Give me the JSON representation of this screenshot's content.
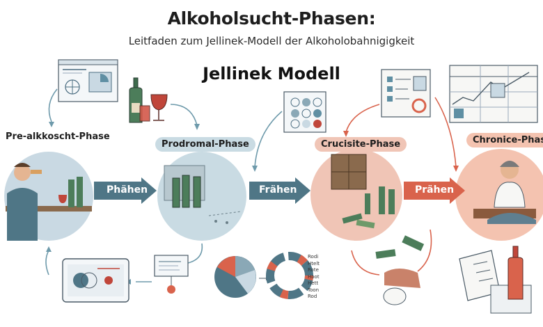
{
  "header": {
    "title": "Alkoholsucht-Phasen:",
    "subtitle": "Leitfaden zum Jellinek-Modell der Alkoholobahnigigkeit",
    "model_title": "Jellinek Modell"
  },
  "phases": [
    {
      "label": "Pre-alkkoscht-Phase",
      "color": "#c9d9e3"
    },
    {
      "label": "Prodromal-Phase",
      "color": "#c9dbe3"
    },
    {
      "label": "Crucisite-Phase",
      "color": "#f0c5b6"
    },
    {
      "label": "Chronice-Phase",
      "color": "#f4c3b0"
    }
  ],
  "arrows": [
    {
      "label": "Phähen",
      "color": "#4f7686"
    },
    {
      "label": "Frähen",
      "color": "#4f7686"
    },
    {
      "label": "Prähen",
      "color": "#d9634c"
    }
  ],
  "ring_labels": [
    "Rodi",
    "Htelt",
    "Rote",
    "Hoot",
    "Hett",
    "Toon",
    "Rod"
  ],
  "colors": {
    "teal": "#4f7686",
    "coral": "#d9634c",
    "light_blue": "#c9d9e3",
    "peach": "#f4c3b0"
  }
}
